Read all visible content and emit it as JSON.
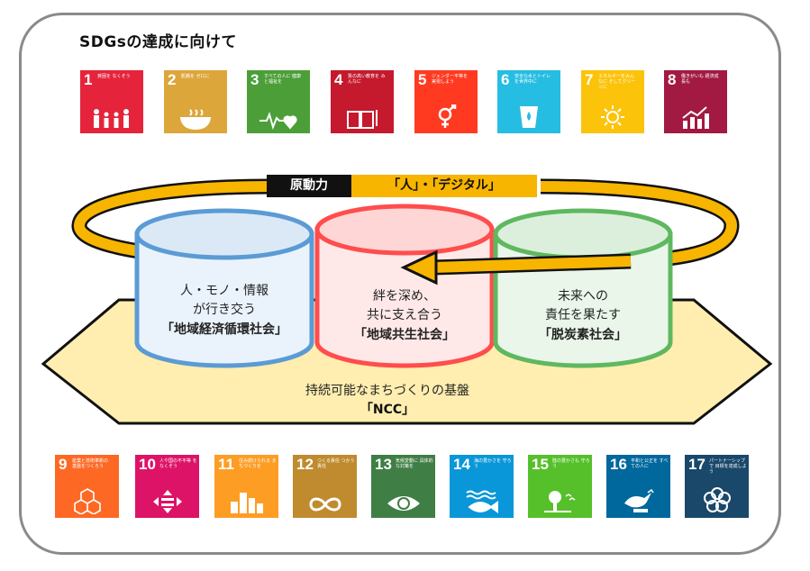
{
  "title": "SDGsの達成に向けて",
  "colors": {
    "frame": "#8a8a8a",
    "ring": "#f7b500",
    "base": "#ffeeb0",
    "cyl_blue": "#5b9bd5",
    "cyl_red": "#ff4d4d",
    "cyl_green": "#5fb85f"
  },
  "goals_top": [
    {
      "num": "1",
      "text": "貧困を なくそう",
      "color": "#e5243b",
      "icon": "family-icon"
    },
    {
      "num": "2",
      "text": "飢餓を ゼロに",
      "color": "#dda63a",
      "icon": "bowl-icon"
    },
    {
      "num": "3",
      "text": "すべての人に 健康と福祉を",
      "color": "#4c9f38",
      "icon": "heartbeat-icon"
    },
    {
      "num": "4",
      "text": "質の高い教育を みんなに",
      "color": "#c5192d",
      "icon": "book-icon"
    },
    {
      "num": "5",
      "text": "ジェンダー平等を 実現しよう",
      "color": "#ff3a21",
      "icon": "gender-icon"
    },
    {
      "num": "6",
      "text": "安全な水とトイレ を世界中に",
      "color": "#26bde2",
      "icon": "water-icon"
    },
    {
      "num": "7",
      "text": "エネルギーをみんなに そしてクリーンに",
      "color": "#fcc30b",
      "icon": "sun-icon"
    },
    {
      "num": "8",
      "text": "働きがいも 経済成長も",
      "color": "#a21942",
      "icon": "growth-icon"
    }
  ],
  "goals_bottom": [
    {
      "num": "9",
      "text": "産業と技術革新の 基盤をつくろう",
      "color": "#fd6925",
      "icon": "cubes-icon"
    },
    {
      "num": "10",
      "text": "人や国の不平等 をなくそう",
      "color": "#dd1367",
      "icon": "equality-icon"
    },
    {
      "num": "11",
      "text": "住み続けられる まちづくりを",
      "color": "#fd9d24",
      "icon": "buildings-icon"
    },
    {
      "num": "12",
      "text": "つくる責任 つかう責任",
      "color": "#bf8b2e",
      "icon": "infinity-icon"
    },
    {
      "num": "13",
      "text": "気候変動に 具体的な対策を",
      "color": "#3f7e44",
      "icon": "eye-globe-icon"
    },
    {
      "num": "14",
      "text": "海の豊かさを 守ろう",
      "color": "#0a97d9",
      "icon": "fish-icon"
    },
    {
      "num": "15",
      "text": "陸の豊かさも 守ろう",
      "color": "#56c02b",
      "icon": "tree-icon"
    },
    {
      "num": "16",
      "text": "平和と公正を すべての人に",
      "color": "#00689d",
      "icon": "dove-icon"
    },
    {
      "num": "17",
      "text": "パートナーシップで 目標を達成しよう",
      "color": "#19486a",
      "icon": "flower-icon"
    }
  ],
  "band": {
    "key": "原動力",
    "value": "「人」・「デジタル」"
  },
  "cylinders": [
    {
      "line1": "人・モノ・情報",
      "line2": "が行き交う",
      "society": "「地域経済循環社会」"
    },
    {
      "line1": "絆を深め、",
      "line2": "共に支え合う",
      "society": "「地域共生社会」"
    },
    {
      "line1": "未来への",
      "line2": "責任を果たす",
      "society": "「脱炭素社会」"
    }
  ],
  "base": {
    "line": "持続可能なまちづくりの基盤",
    "name": "「NCC」"
  }
}
